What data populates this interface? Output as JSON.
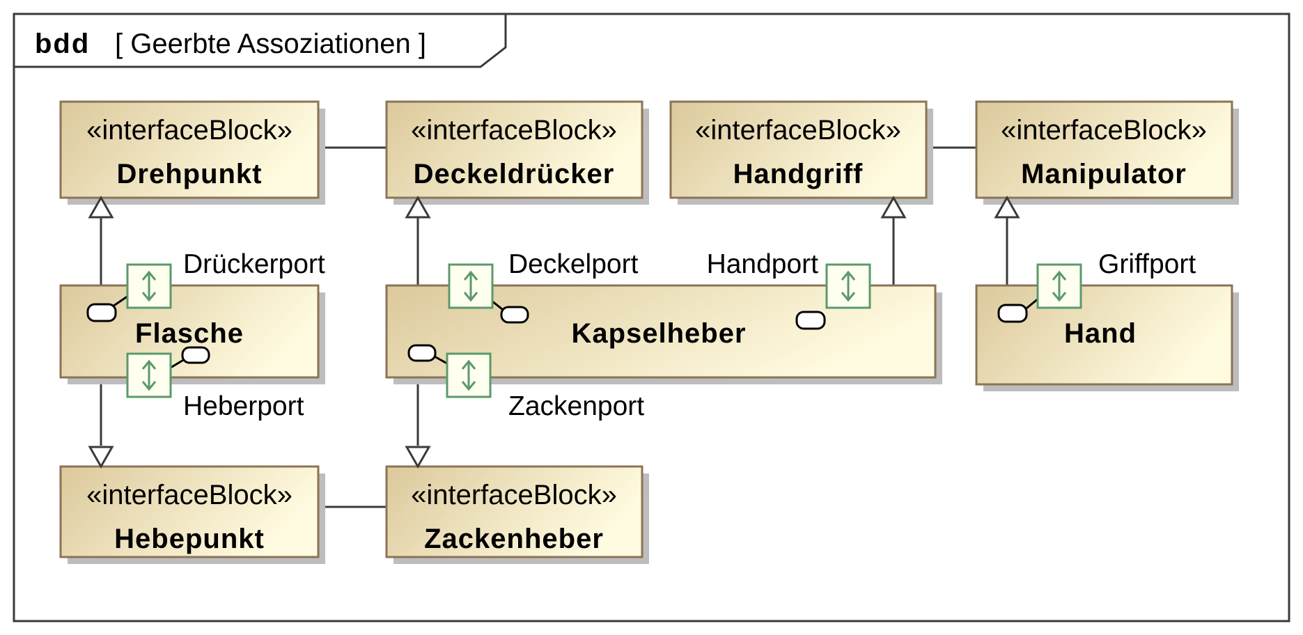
{
  "frame": {
    "kind": "bdd",
    "name": "[ Geerbte Assoziationen ]"
  },
  "blocks": {
    "drehpunkt": {
      "stereotype": "«interfaceBlock»",
      "name": "Drehpunkt"
    },
    "deckeldruecker": {
      "stereotype": "«interfaceBlock»",
      "name": "Deckeldrücker"
    },
    "handgriff": {
      "stereotype": "«interfaceBlock»",
      "name": "Handgriff"
    },
    "manipulator": {
      "stereotype": "«interfaceBlock»",
      "name": "Manipulator"
    },
    "flasche": {
      "name": "Flasche"
    },
    "kapselheber": {
      "name": "Kapselheber"
    },
    "hand": {
      "name": "Hand"
    },
    "hebepunkt": {
      "stereotype": "«interfaceBlock»",
      "name": "Hebepunkt"
    },
    "zackenheber": {
      "stereotype": "«interfaceBlock»",
      "name": "Zackenheber"
    }
  },
  "ports": {
    "drueckerport": "Drückerport",
    "heberport": "Heberport",
    "deckelport": "Deckelport",
    "handport": "Handport",
    "zackenport": "Zackenport",
    "griffport": "Griffport"
  }
}
